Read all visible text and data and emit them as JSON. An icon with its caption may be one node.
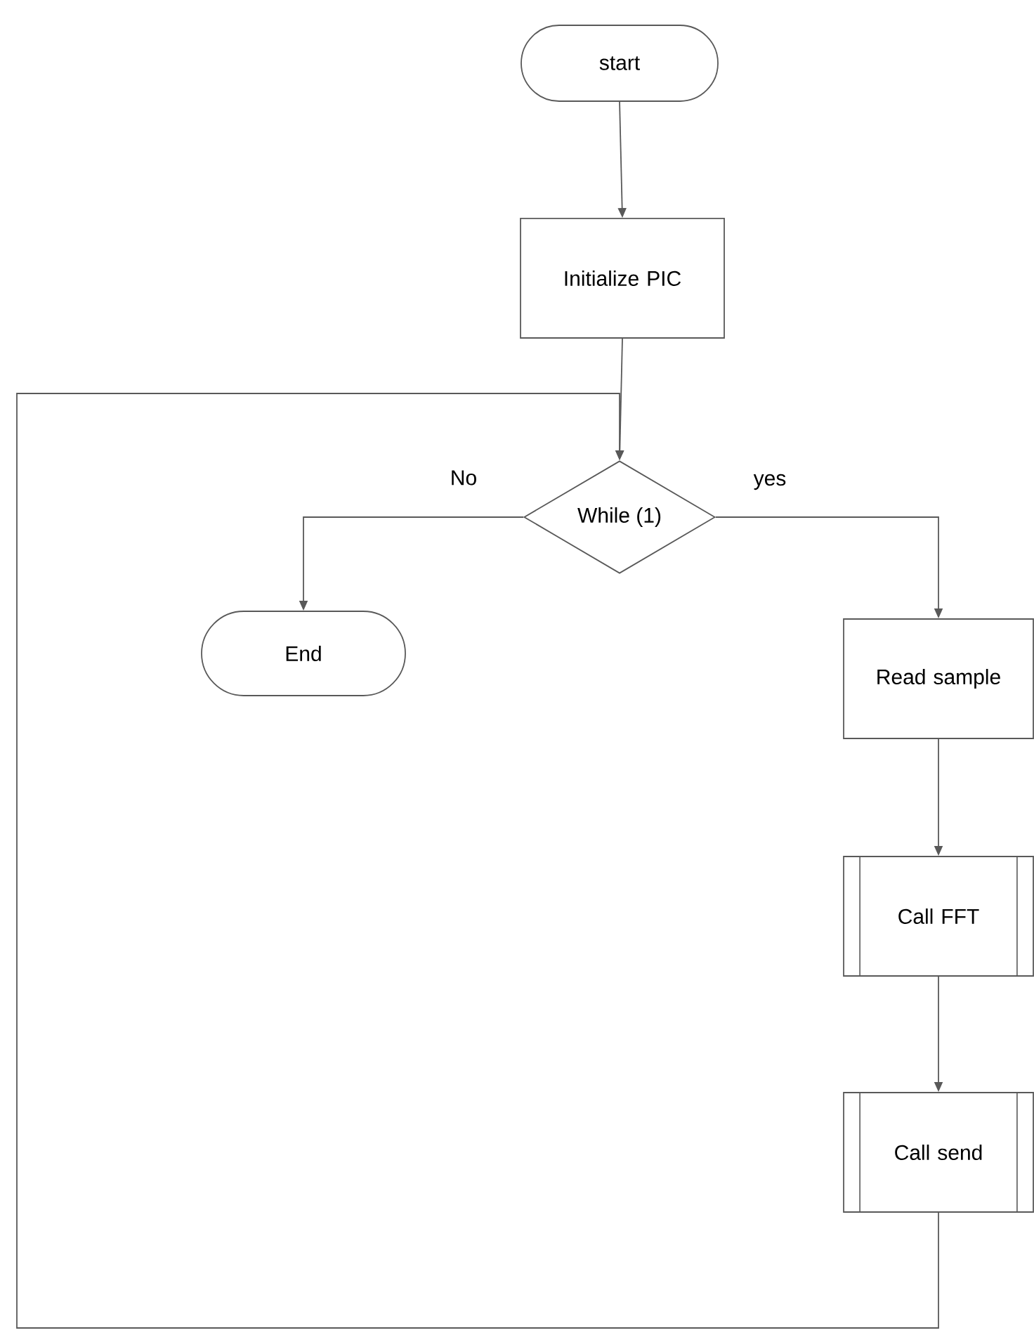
{
  "diagram": {
    "nodes": [
      {
        "text": [
          "start"
        ]
      },
      {
        "text": [
          "Initialize PIC"
        ]
      },
      {
        "text": [
          "While (1)"
        ]
      },
      {
        "text": [
          "End"
        ]
      },
      {
        "text": [
          "Read sample"
        ]
      },
      {
        "text": [
          "Call FFT"
        ]
      },
      {
        "text": [
          "Call send"
        ]
      }
    ],
    "edges": [
      {
        "from": 0,
        "to": 1,
        "arrow": "to"
      },
      {
        "from": 1,
        "to": 2,
        "arrow": "to"
      },
      {
        "from": 2,
        "to": 3,
        "arrow": "to",
        "label": "No"
      },
      {
        "from": 2,
        "to": 4,
        "arrow": "to",
        "label": "yes"
      },
      {
        "from": 4,
        "to": 5,
        "arrow": "to"
      },
      {
        "from": 5,
        "to": 6,
        "arrow": "to"
      },
      {
        "from": 6,
        "to": 2,
        "arrow": "to"
      }
    ]
  }
}
